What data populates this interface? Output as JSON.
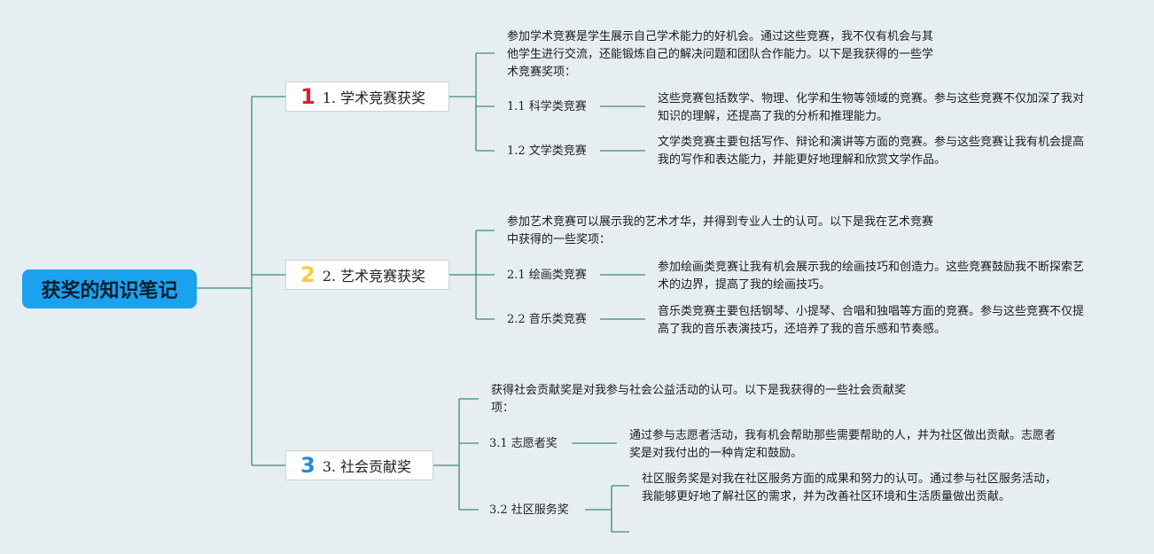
{
  "title": "获奖的知识笔记",
  "branches": [
    {
      "num": "1",
      "num_color": "#d9202f",
      "label": "1. 学术竞赛获奖",
      "intro": "参加学术竞赛是学生展示自己学术能力的好机会。通过这些竞赛，我不仅有机会与其他学生进行交流，还能锻炼自己的解决问题和团队合作能力。以下是我获得的一些学术竞赛奖项：",
      "subs": [
        {
          "label": "1.1 科学类竞赛",
          "desc": "这些竞赛包括数学、物理、化学和生物等领域的竞赛。参与这些竞赛不仅加深了我对知识的理解，还提高了我的分析和推理能力。"
        },
        {
          "label": "1.2 文学类竞赛",
          "desc": "文学类竞赛主要包括写作、辩论和演讲等方面的竞赛。参与这些竞赛让我有机会提高我的写作和表达能力，并能更好地理解和欣赏文学作品。"
        }
      ]
    },
    {
      "num": "2",
      "num_color": "#f5cf3c",
      "label": "2. 艺术竞赛获奖",
      "intro": "参加艺术竞赛可以展示我的艺术才华，并得到专业人士的认可。以下是我在艺术竞赛中获得的一些奖项：",
      "subs": [
        {
          "label": "2.1 绘画类竞赛",
          "desc": "参加绘画类竞赛让我有机会展示我的绘画技巧和创造力。这些竞赛鼓励我不断探索艺术的边界，提高了我的绘画技巧。"
        },
        {
          "label": "2.2 音乐类竞赛",
          "desc": "音乐类竞赛主要包括钢琴、小提琴、合唱和独唱等方面的竞赛。参与这些竞赛不仅提高了我的音乐表演技巧，还培养了我的音乐感和节奏感。"
        }
      ]
    },
    {
      "num": "3",
      "num_color": "#1f8fd6",
      "label": "3. 社会贡献奖",
      "intro": "获得社会贡献奖是对我参与社会公益活动的认可。以下是我获得的一些社会贡献奖项：",
      "subs": [
        {
          "label": "3.1 志愿者奖",
          "desc": "通过参与志愿者活动，我有机会帮助那些需要帮助的人，并为社区做出贡献。志愿者奖是对我付出的一种肯定和鼓励。"
        },
        {
          "label": "3.2 社区服务奖",
          "desc": "社区服务奖是对我在社区服务方面的成果和努力的认可。通过参与社区服务活动，我能够更好地了解社区的需求，并为改善社区环境和生活质量做出贡献。"
        }
      ]
    }
  ]
}
